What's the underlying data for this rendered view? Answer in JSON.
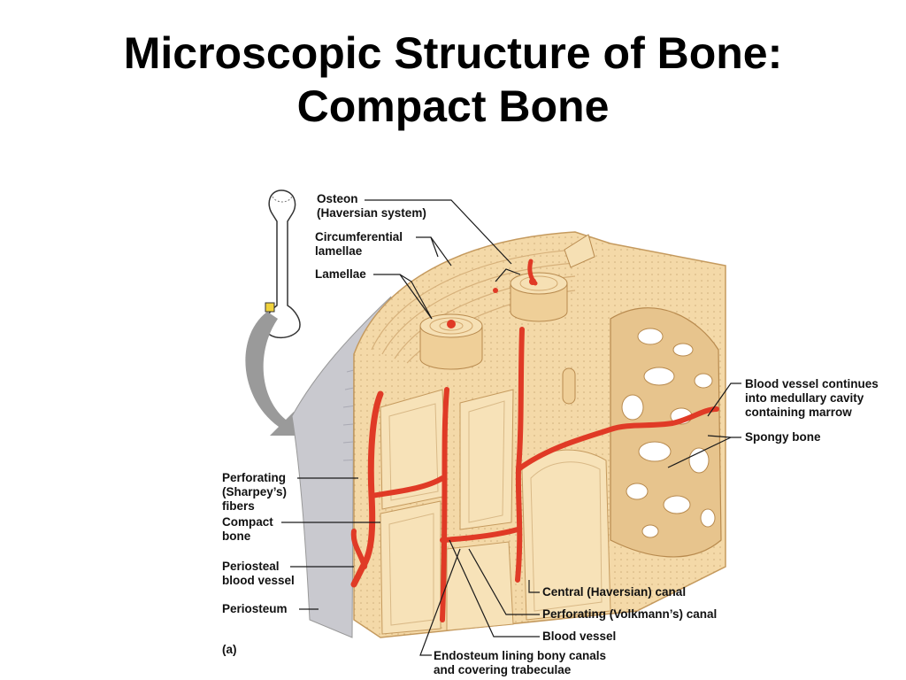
{
  "title": {
    "line1": "Microscopic Structure of Bone:",
    "line2": "Compact Bone"
  },
  "labels": {
    "osteon": [
      "Osteon",
      "(Haversian system)"
    ],
    "circumferential_lamellae": [
      "Circumferential",
      "lamellae"
    ],
    "lamellae": [
      "Lamellae"
    ],
    "blood_vessel_continues": [
      "Blood vessel continues",
      "into medullary cavity",
      "containing marrow"
    ],
    "spongy_bone": [
      "Spongy bone"
    ],
    "perforating_fibers": [
      "Perforating",
      "(Sharpey’s)",
      "fibers"
    ],
    "compact_bone": [
      "Compact",
      "bone"
    ],
    "periosteal_blood_vessel": [
      "Periosteal",
      "blood vessel"
    ],
    "periosteum": [
      "Periosteum"
    ],
    "panel_letter": [
      "(a)"
    ],
    "central_canal": [
      "Central (Haversian) canal"
    ],
    "perforating_canal": [
      "Perforating (Volkmann’s) canal"
    ],
    "blood_vessel": [
      "Blood vessel"
    ],
    "endosteum": [
      "Endosteum lining bony canals",
      "and covering trabeculae"
    ]
  },
  "colors": {
    "bone": "#f4d9a8",
    "bone_dark": "#dcb47c",
    "vessel": "#e03a26",
    "periosteum": "#c9c9cf",
    "leader_line": "#1a1a1a"
  }
}
